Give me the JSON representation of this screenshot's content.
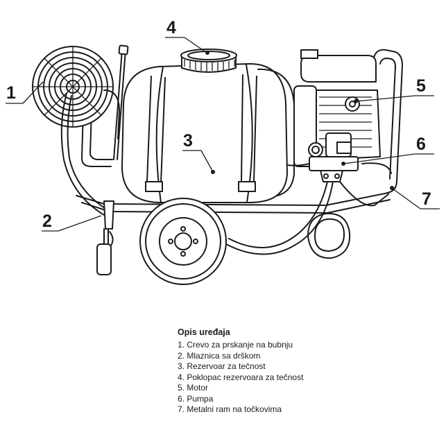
{
  "callouts": {
    "c1": "1",
    "c2": "2",
    "c3": "3",
    "c4": "4",
    "c5": "5",
    "c6": "6",
    "c7": "7"
  },
  "legend": {
    "title": "Opis uređaja",
    "items": [
      "1. Crevo za prskanje na bubnju",
      "2. Mlaznica sa drškom",
      "3. Rezervoar za tečnost",
      "4. Poklopac rezervoara za tečnost",
      "5. Motor",
      "6. Pumpa",
      "7. Metalni ram na točkovima"
    ]
  }
}
